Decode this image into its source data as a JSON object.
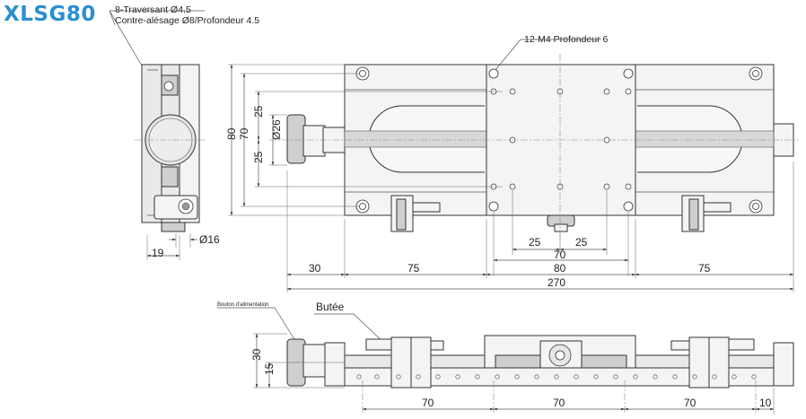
{
  "title": "XLSG80",
  "notes": {
    "holes_line1": "8-Traversant Ø4.5",
    "holes_line2": "Contre-alésage Ø8/Profondeur 4.5",
    "tapped": "12-M4 Profondeur 6",
    "feed_knob": "Bouton d'alimentation",
    "stopper": "Butée"
  },
  "side_view": {
    "dim_19": "19",
    "dim_16": "Ø16"
  },
  "top_view": {
    "dim_80": "80",
    "dim_70": "70",
    "dim_25a": "25",
    "dim_26": "Ø26",
    "dim_25b": "25",
    "dim_25c": "25",
    "dim_25d": "25",
    "dim_70b": "70",
    "dim_30": "30",
    "dim_75a": "75",
    "dim_80b": "80",
    "dim_75b": "75",
    "dim_270": "270"
  },
  "front_view": {
    "dim_30": "30",
    "dim_15": "15",
    "dim_70a": "70",
    "dim_70b": "70",
    "dim_70c": "70",
    "dim_10": "10"
  }
}
